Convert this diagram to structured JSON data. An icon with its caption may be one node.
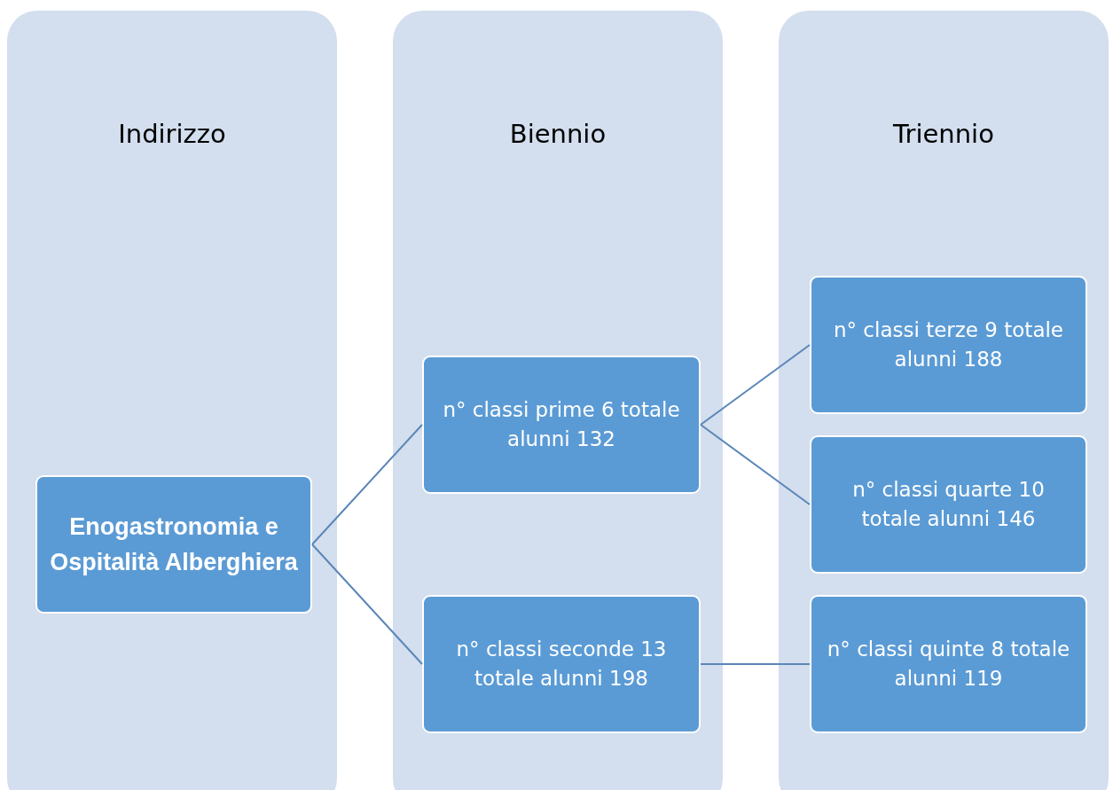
{
  "diagram": {
    "nodes": [
      {
        "text": [
          "Indirizzo"
        ]
      },
      {
        "text": [
          "Biennio"
        ]
      },
      {
        "text": [
          "Triennio"
        ]
      },
      {
        "text": [
          "Enogastronomia e Ospitalità Alberghiera"
        ],
        "in": 0
      },
      {
        "text": [
          "n° classi prime 6 totale alunni 132"
        ],
        "in": 1
      },
      {
        "text": [
          "n° classi seconde 13 totale alunni 198"
        ],
        "in": 1
      },
      {
        "text": [
          "n° classi terze 9 totale alunni 188"
        ],
        "in": 2
      },
      {
        "text": [
          "n° classi quarte 10 totale alunni 146"
        ],
        "in": 2
      },
      {
        "text": [
          "n° classi quinte 8 totale alunni 119"
        ],
        "in": 2
      }
    ],
    "edges": [
      {
        "from": 3,
        "to": 4,
        "arrow": "none"
      },
      {
        "from": 3,
        "to": 5,
        "arrow": "none"
      },
      {
        "from": 4,
        "to": 6,
        "arrow": "none"
      },
      {
        "from": 4,
        "to": 7,
        "arrow": "none"
      },
      {
        "from": 5,
        "to": 8,
        "arrow": "none"
      }
    ]
  }
}
